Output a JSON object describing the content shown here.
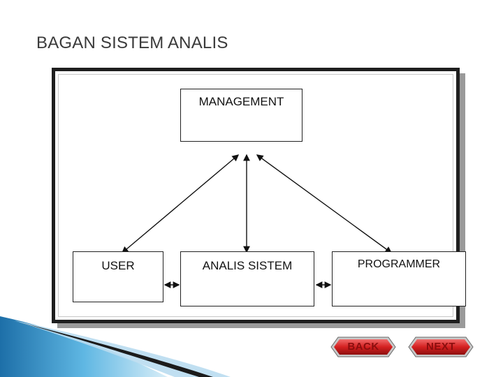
{
  "title": "BAGAN SISTEM ANALIS",
  "diagram": {
    "nodes": {
      "management": "MANAGEMENT",
      "user": "USER",
      "analis_sistem": "ANALIS SISTEM",
      "programmer": "PROGRAMMER"
    },
    "edges": [
      {
        "from": "management",
        "to": "user",
        "arrows": "both"
      },
      {
        "from": "management",
        "to": "analis_sistem",
        "arrows": "both"
      },
      {
        "from": "management",
        "to": "programmer",
        "arrows": "both"
      },
      {
        "from": "user",
        "to": "analis_sistem",
        "arrows": "both"
      },
      {
        "from": "analis_sistem",
        "to": "programmer",
        "arrows": "both"
      }
    ]
  },
  "navigation": {
    "back_label": "BACK",
    "next_label": "NEXT"
  },
  "colors": {
    "frame": "#1e1e1e",
    "button_fill": "#d42020",
    "button_text": "#8a0e0e",
    "swoosh_blue": "#2b8fc9"
  }
}
